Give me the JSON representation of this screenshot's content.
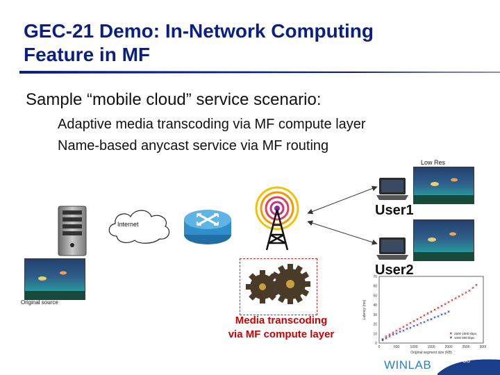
{
  "slide": {
    "title": "GEC-21 Demo: In-Network Computing\nFeature in MF",
    "bullet": "Sample “mobile cloud” service scenario:",
    "sub_bullets": [
      "Adaptive media transcoding via MF compute layer",
      "Name-based anycast service via MF routing"
    ],
    "labels": {
      "low_res": "Low Res",
      "internet": "Internet",
      "user1": "User1",
      "user2": "User2",
      "original_source": "Original source",
      "media_line1": "Media transcoding",
      "media_line2": "via MF compute layer"
    },
    "footer": {
      "logo": "WINLAB",
      "page": "38"
    }
  },
  "colors": {
    "title": "#0a1f86",
    "rule": "#0a1f86",
    "media_text": "#cc0000",
    "logo": "#2a7fd0"
  },
  "chart_data": {
    "type": "scatter",
    "xlabel": "Original segment size (KB)",
    "ylabel": "Latency (ms)",
    "xlim": [
      0,
      3000
    ],
    "ylim": [
      0,
      70
    ],
    "x_ticks": [
      "0",
      "500",
      "1000",
      "1500",
      "2000",
      "2500",
      "3000"
    ],
    "y_ticks": [
      "0",
      "10",
      "20",
      "30",
      "40",
      "50",
      "60",
      "70"
    ],
    "series": [
      {
        "name": "2500 1000 kbps",
        "color": "#d62020",
        "points": [
          [
            100,
            4
          ],
          [
            200,
            7
          ],
          [
            300,
            9
          ],
          [
            400,
            11
          ],
          [
            500,
            13
          ],
          [
            600,
            15
          ],
          [
            700,
            17
          ],
          [
            800,
            19
          ],
          [
            900,
            21
          ],
          [
            1000,
            23
          ],
          [
            1100,
            25
          ],
          [
            1200,
            27
          ],
          [
            1300,
            29
          ],
          [
            1400,
            31
          ],
          [
            1500,
            33
          ],
          [
            1600,
            35
          ],
          [
            1700,
            37
          ],
          [
            1800,
            39
          ],
          [
            1900,
            41
          ],
          [
            2000,
            43
          ],
          [
            2100,
            45
          ],
          [
            2200,
            47
          ],
          [
            2300,
            49
          ],
          [
            2400,
            51
          ],
          [
            2500,
            53
          ],
          [
            2600,
            55
          ],
          [
            2700,
            58
          ],
          [
            2800,
            61
          ]
        ]
      },
      {
        "name": "1000 500 kbps",
        "color": "#2040c0",
        "points": [
          [
            100,
            3
          ],
          [
            200,
            5
          ],
          [
            300,
            7
          ],
          [
            400,
            9
          ],
          [
            500,
            10
          ],
          [
            600,
            12
          ],
          [
            700,
            13
          ],
          [
            800,
            15
          ],
          [
            900,
            16
          ],
          [
            1000,
            18
          ],
          [
            1100,
            19
          ],
          [
            1200,
            21
          ],
          [
            1300,
            22
          ],
          [
            1400,
            24
          ],
          [
            1500,
            25
          ],
          [
            1600,
            27
          ],
          [
            1700,
            28
          ],
          [
            1800,
            30
          ],
          [
            1900,
            31
          ],
          [
            2000,
            33
          ]
        ]
      }
    ]
  }
}
